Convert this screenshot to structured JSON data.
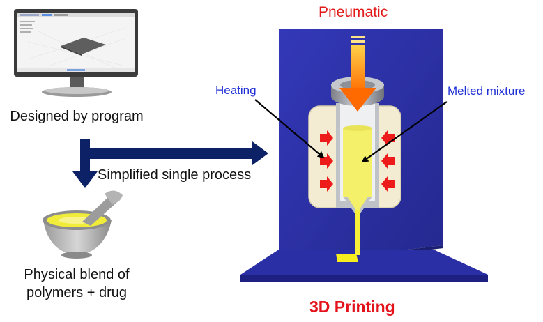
{
  "labels": {
    "designed": "Designed by program",
    "process": "Simplified single process",
    "blend_line1": "Physical blend of",
    "blend_line2": "polymers + drug",
    "pneumatic": "Pneumatic",
    "heating": "Heating",
    "melted": "Melted mixture",
    "printing": "3D Printing"
  },
  "colors": {
    "navy_arrow": "#0d2266",
    "panel_blue": "#2a2fa6",
    "accent_red": "#e3121b",
    "label_blue": "#1f2fd6",
    "melt_yellow": "#f4f06a",
    "heater_beige": "#f3ecd2"
  }
}
